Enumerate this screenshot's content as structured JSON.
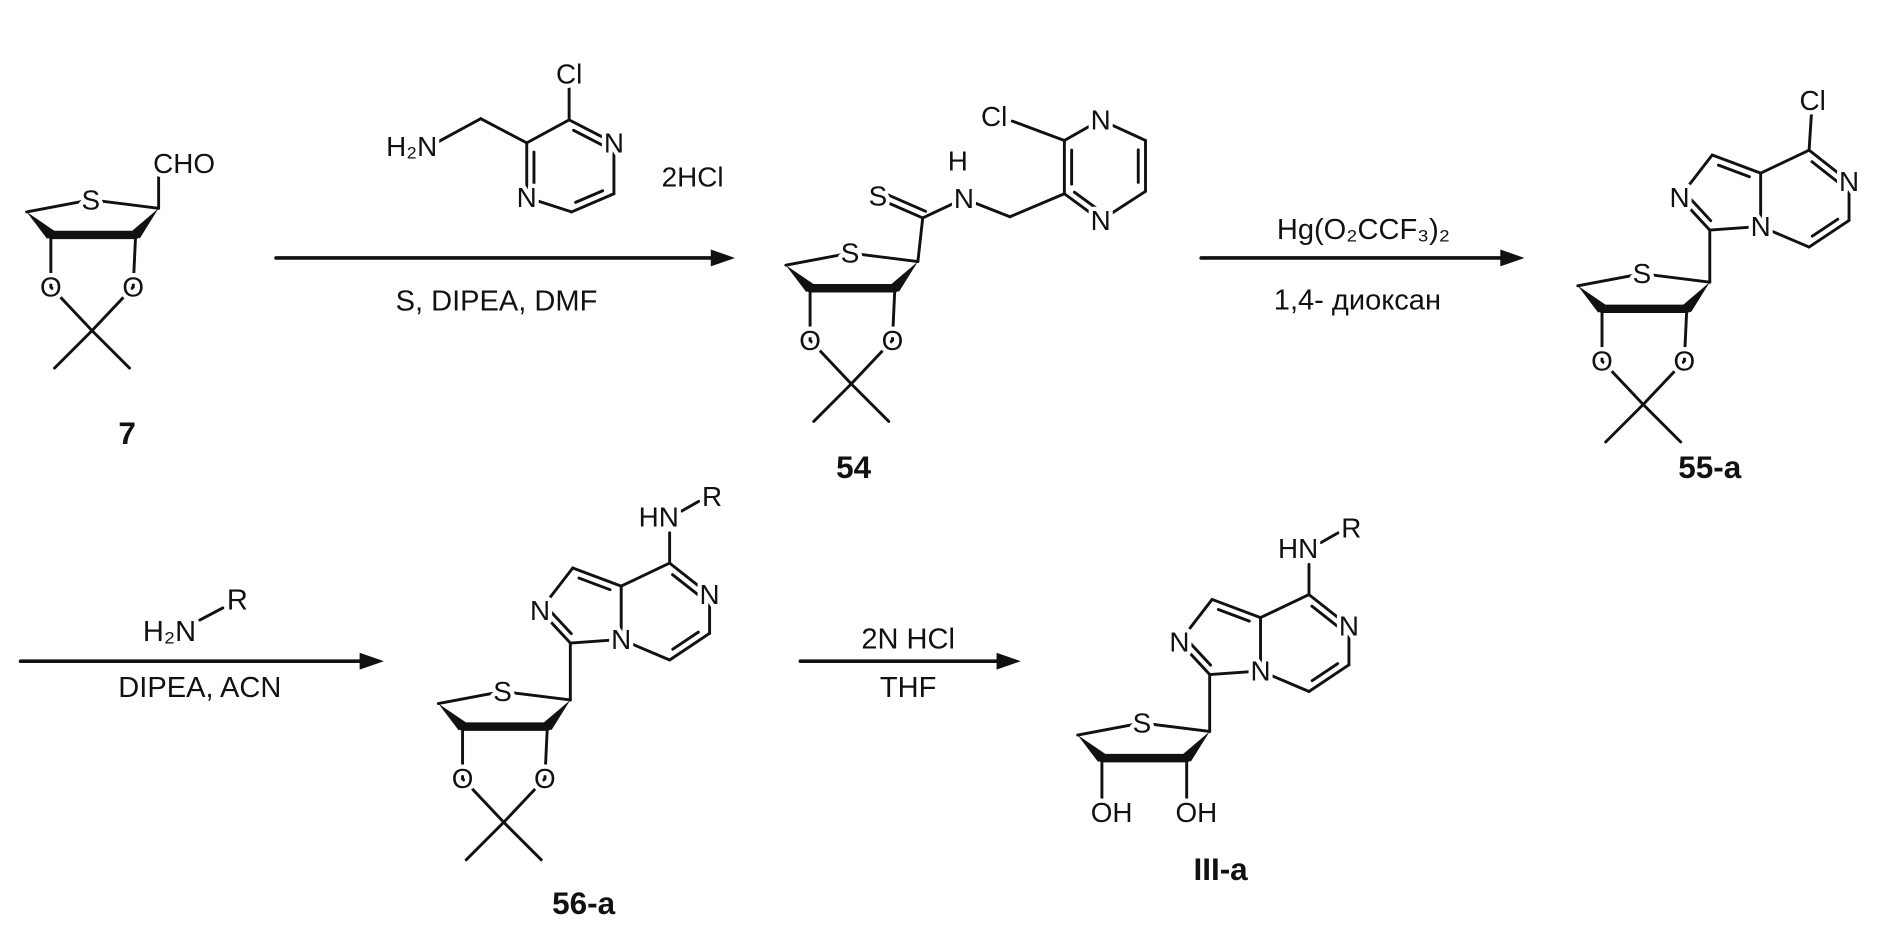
{
  "atoms": {
    "S": "S",
    "O": "O",
    "N": "N",
    "H": "H",
    "Cl": "Cl",
    "OH": "OH",
    "CHO": "CHO",
    "H2N": "H₂N",
    "HN": "HN",
    "R": "R"
  },
  "reactions": [
    {
      "reagent_structure_salt": "2HCl",
      "conditions_below": "S, DIPEA, DMF"
    },
    {
      "conditions_above": "Hg(O₂CCF₃)₂",
      "conditions_below": "1,4- диоксан"
    },
    {
      "conditions_below": "DIPEA, ACN"
    },
    {
      "conditions_above": "2N HCl",
      "conditions_below": "THF"
    }
  ],
  "compounds": [
    {
      "label": "7"
    },
    {
      "label": "54"
    },
    {
      "label": "55-a"
    },
    {
      "label": "56-a"
    },
    {
      "label": "III-a"
    }
  ]
}
